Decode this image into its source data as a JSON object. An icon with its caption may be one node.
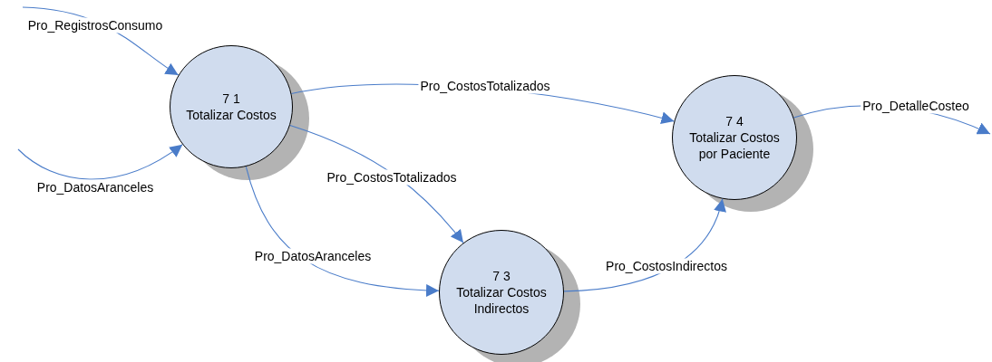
{
  "diagram": {
    "nodes": [
      {
        "text": [
          "7 1",
          "Totalizar Costos"
        ]
      },
      {
        "text": [
          "7 3",
          "Totalizar Costos Indirectos"
        ]
      },
      {
        "text": [
          "7 4",
          "Totalizar Costos por Paciente"
        ]
      }
    ],
    "edges": [
      {
        "from": null,
        "to": 0,
        "arrow": "to",
        "label": "Pro_RegistrosConsumo"
      },
      {
        "from": null,
        "to": 0,
        "arrow": "to",
        "label": "Pro_DatosAranceles"
      },
      {
        "from": 0,
        "to": 2,
        "arrow": "to",
        "label": "Pro_CostosTotalizados"
      },
      {
        "from": 0,
        "to": 1,
        "arrow": "to",
        "label": "Pro_CostosTotalizados"
      },
      {
        "from": 0,
        "to": 1,
        "arrow": "to",
        "label": "Pro_DatosAranceles"
      },
      {
        "from": 1,
        "to": 2,
        "arrow": "to",
        "label": "Pro_CostosIndirectos"
      },
      {
        "from": 2,
        "to": null,
        "arrow": "to",
        "label": "Pro_DetalleCosteo"
      }
    ]
  }
}
